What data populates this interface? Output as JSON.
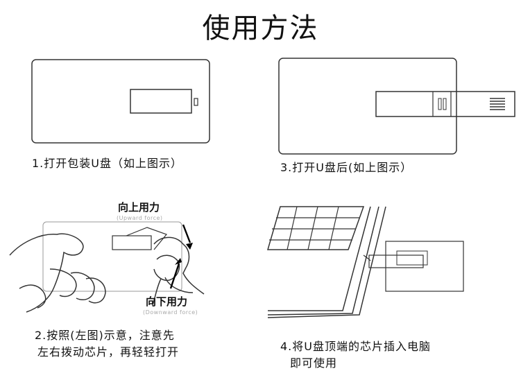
{
  "title": "使用方法",
  "steps": [
    {
      "caption": "1.打开包装U盘（如上图示）"
    },
    {
      "caption": "3.打开U盘后(如上图示）"
    },
    {
      "caption_line1": "2.按照(左图)示意，注意先",
      "caption_line2": "左右拨动芯片，再轻轻打开"
    },
    {
      "caption_line1": "4.将U盘顶端的芯片插入电脑",
      "caption_line2": "即可使用"
    }
  ],
  "forces": {
    "up_cn": "向上用力",
    "up_en": "(Upward force)",
    "down_cn": "向下用力",
    "down_en": "(Downward force)"
  }
}
